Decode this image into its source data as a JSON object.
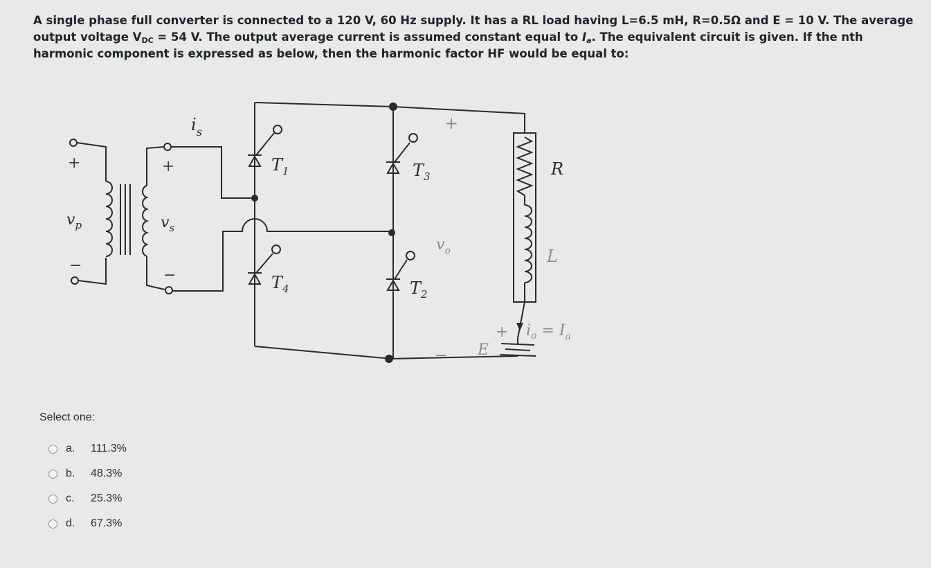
{
  "question": {
    "seg1": "A single phase full converter is connected to a 120 V, 60 Hz supply. It has a RL load having L=6.5 mH, R=0.5Ω and E = 10 V. The average output voltage V",
    "sub_dc": "DC",
    "seg2": " = 54 V. The output average current is assumed constant equal to ",
    "ia_I": "I",
    "ia_sub": "a",
    "seg3": ". The equivalent circuit is given. If the nth harmonic component is expressed as below, then the harmonic factor HF would be equal to:"
  },
  "circuit": {
    "plus_p": "+",
    "minus_p": "−",
    "vp": "v",
    "vp_sub": "p",
    "plus_s": "+",
    "minus_s": "−",
    "vs": "v",
    "vs_sub": "s",
    "is": "i",
    "is_sub": "s",
    "t1": "T",
    "t1_sub": "1",
    "t2": "T",
    "t2_sub": "2",
    "t3": "T",
    "t3_sub": "3",
    "t4": "T",
    "t4_sub": "4",
    "r": "R",
    "l": "L",
    "vo": "v",
    "vo_sub": "o",
    "plus_o": "+",
    "minus_o": "−",
    "e": "E",
    "plus_e": "+",
    "io": "i",
    "io_sub": "o",
    "io_eq": " = I",
    "io_a": "a"
  },
  "prompt": "Select one:",
  "options": [
    {
      "letter": "a.",
      "value": "111.3%"
    },
    {
      "letter": "b.",
      "value": "48.3%"
    },
    {
      "letter": "c.",
      "value": "25.3%"
    },
    {
      "letter": "d.",
      "value": "67.3%"
    }
  ]
}
